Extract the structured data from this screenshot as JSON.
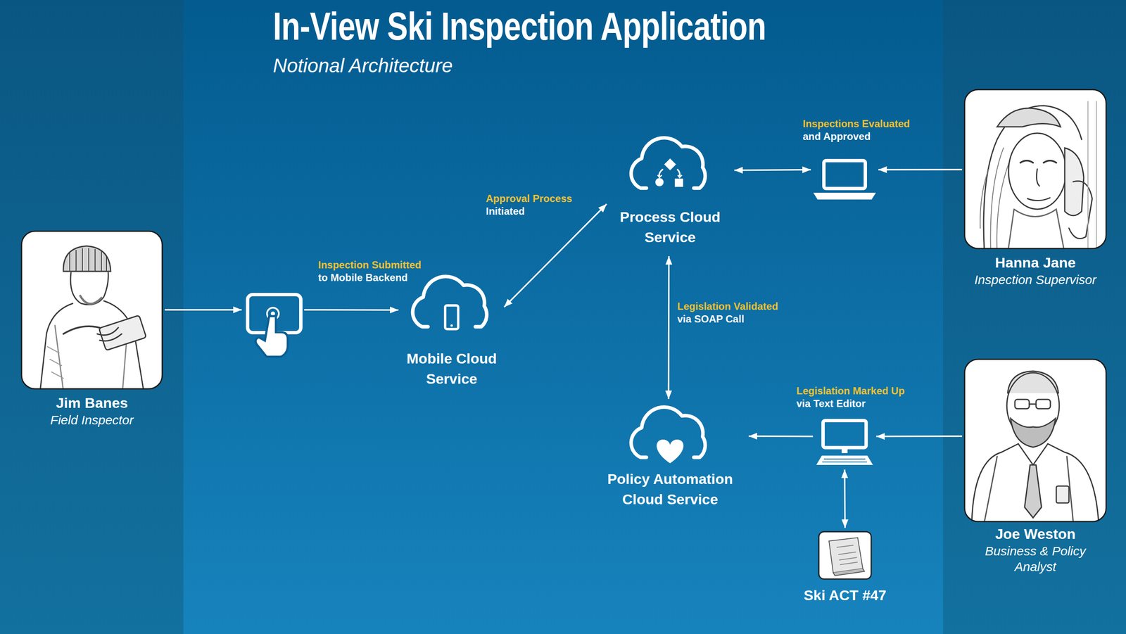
{
  "diagram": {
    "title": "In-View Ski Inspection Application",
    "nodes": [
      {
        "text": [
          "Jim Banes",
          "Field Inspector"
        ]
      },
      {
        "text": []
      },
      {
        "text": [
          "Mobile Cloud Service"
        ]
      },
      {
        "text": [
          "Process Cloud Service"
        ]
      },
      {
        "text": []
      },
      {
        "text": [
          "Hanna Jane",
          "Inspection Supervisor"
        ]
      },
      {
        "text": [
          "Policy Automation Cloud Service"
        ]
      },
      {
        "text": []
      },
      {
        "text": [
          "Joe Weston",
          "Business & Policy Analyst"
        ]
      },
      {
        "text": [
          "Ski ACT #47"
        ]
      }
    ],
    "edges": [
      {
        "from": 0,
        "to": 1,
        "arrow": "to"
      },
      {
        "from": 1,
        "to": 2,
        "label": "Inspection Submitted to Mobile Backend",
        "arrow": "to"
      },
      {
        "from": 2,
        "to": 3,
        "label": "Approval Process Initiated",
        "arrow": "both"
      },
      {
        "from": 3,
        "to": 4,
        "label": "Inspections Evaluated and Approved",
        "arrow": "both"
      },
      {
        "from": 5,
        "to": 4,
        "arrow": "to"
      },
      {
        "from": 3,
        "to": 6,
        "label": "Legislation Validated via SOAP Call",
        "arrow": "both"
      },
      {
        "from": 7,
        "to": 6,
        "label": "Legislation Marked Up via Text Editor",
        "arrow": "to"
      },
      {
        "from": 8,
        "to": 7,
        "arrow": "to"
      },
      {
        "from": 7,
        "to": 9,
        "arrow": "both"
      }
    ],
    "labels": [
      "Notional Architecture"
    ]
  }
}
